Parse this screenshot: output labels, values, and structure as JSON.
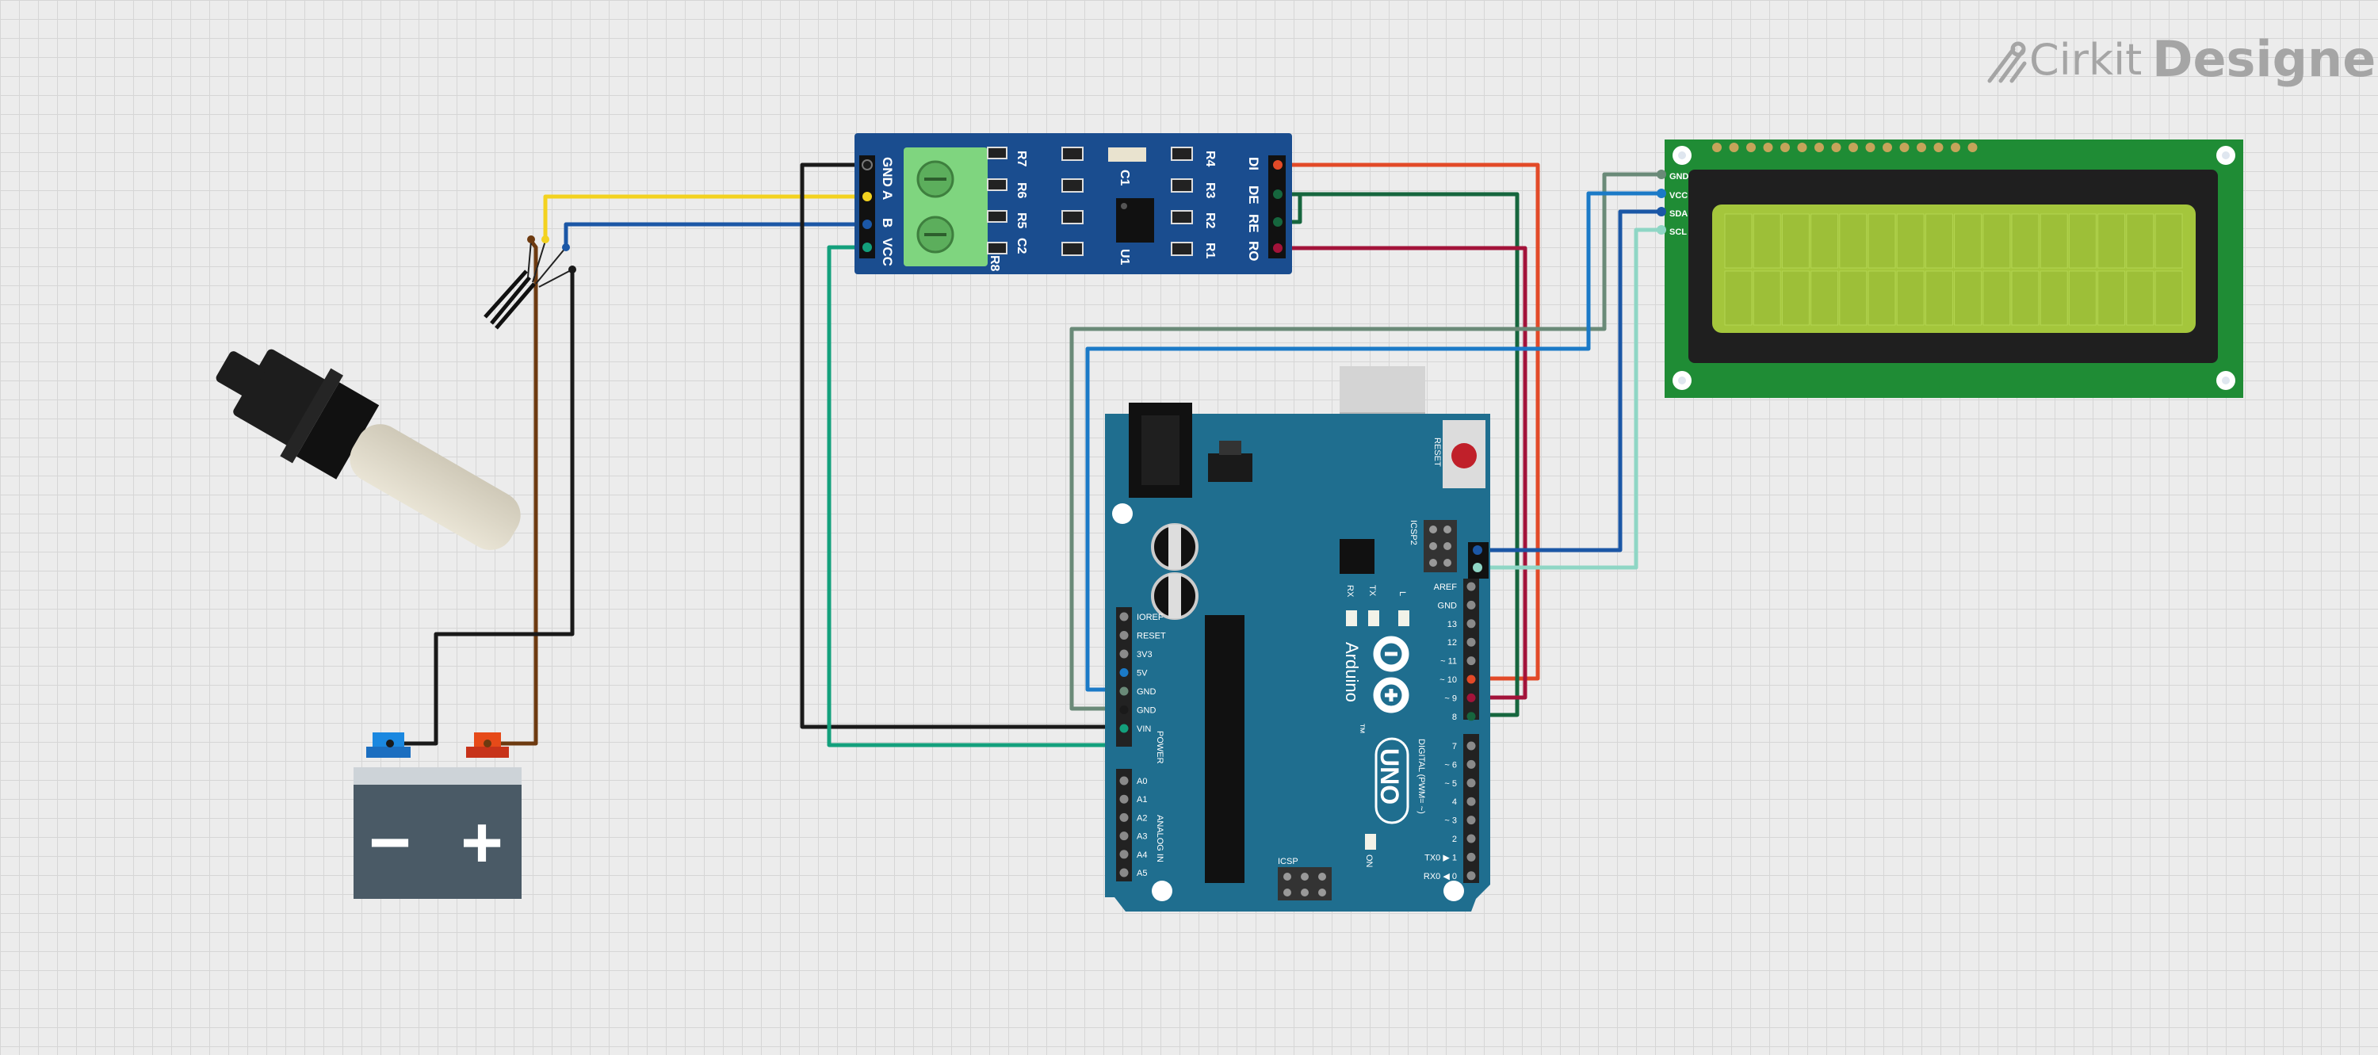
{
  "branding": {
    "name": "Cirkit",
    "product": "Designer"
  },
  "arduino": {
    "name": "Arduino",
    "model": "UNO",
    "reset": "RESET",
    "icsp": "ICSP",
    "icsp2": "ICSP2",
    "tx": "TX",
    "rx": "RX",
    "led_l": "L",
    "on": "ON",
    "tm": "™",
    "power_label": "POWER",
    "analog_label": "ANALOG IN",
    "digital_label": "DIGITAL (PWM= ~)",
    "power_pins": [
      "IOREF",
      "RESET",
      "3V3",
      "5V",
      "GND",
      "GND",
      "VIN"
    ],
    "analog_pins": [
      "A0",
      "A1",
      "A2",
      "A3",
      "A4",
      "A5"
    ],
    "digital_high": [
      "AREF",
      "GND",
      "13",
      "12",
      "~ 11",
      "~ 10",
      "~ 9",
      "8"
    ],
    "digital_low": [
      "7",
      "~ 6",
      "~ 5",
      "4",
      "~ 3",
      "2",
      "TX0 ▶ 1",
      "RX0 ◀ 0"
    ]
  },
  "rs485": {
    "left_pins": [
      "GND",
      "A",
      "B",
      "VCC"
    ],
    "right_pins": [
      "DI",
      "DE",
      "RE",
      "RO"
    ],
    "components": [
      "R7",
      "R6",
      "R5",
      "C2",
      "R8",
      "C1",
      "U1",
      "R4",
      "R3",
      "R2",
      "R1"
    ]
  },
  "lcd": {
    "pins": [
      "GND",
      "VCC",
      "SDA",
      "SCL"
    ]
  },
  "battery": {
    "minus": "−",
    "plus": "+"
  },
  "colors": {
    "arduino": "#1f6e8f",
    "rs485": "#1a4d8f",
    "lcd_board": "#1f8c35",
    "lcd_screen": "#a4c63c",
    "wire_red": "#e24a28",
    "wire_blue": "#1b57a6",
    "wire_yellow": "#f3d21f",
    "wire_brown": "#6d3a10",
    "wire_black": "#1a1a1a",
    "wire_green": "#13a07c",
    "wire_darkgreen": "#16663e",
    "wire_gray": "#6a8a78",
    "wire_crimson": "#a3133a",
    "wire_light": "#8fd6c5"
  }
}
